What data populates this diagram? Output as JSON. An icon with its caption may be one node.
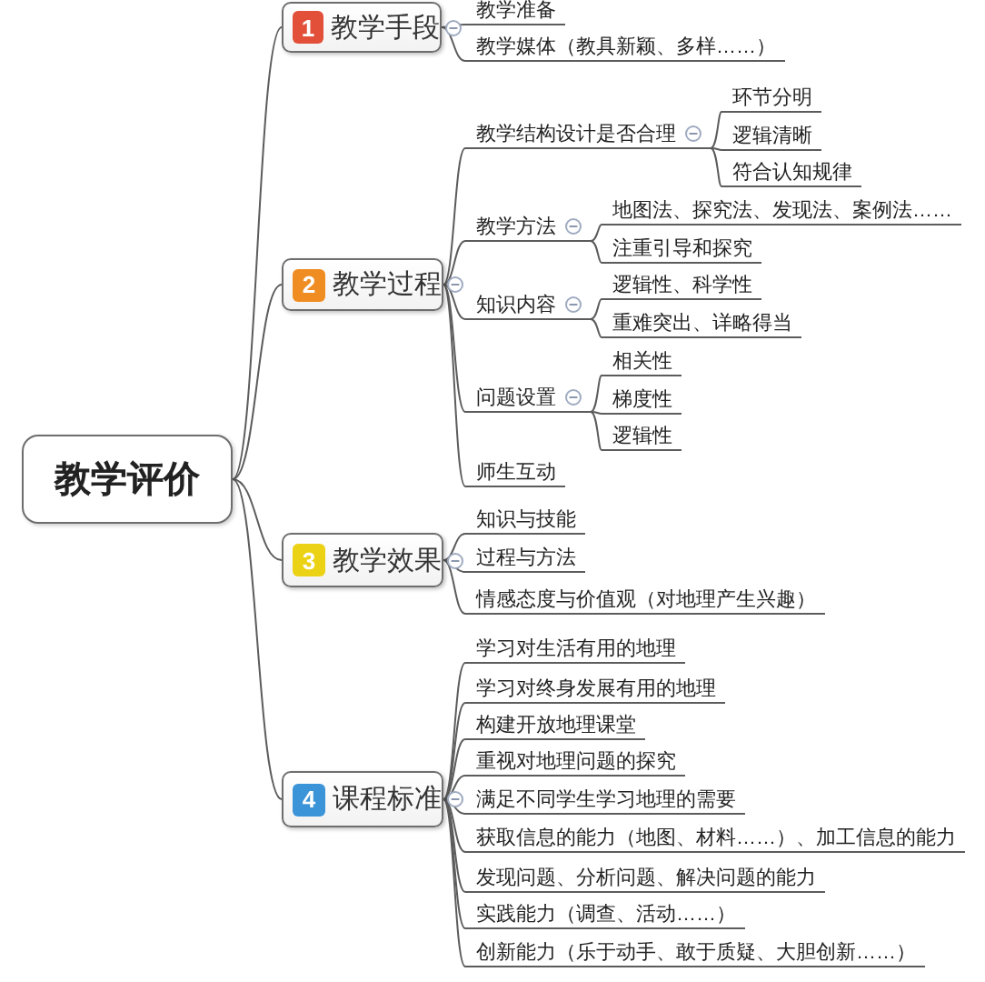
{
  "diagram": {
    "nodes": [
      {
        "text": [
          "教学评价"
        ]
      },
      {
        "text": [
          "1",
          "教学手段"
        ]
      },
      {
        "text": [
          "教学准备"
        ]
      },
      {
        "text": [
          "教学媒体（教具新颖、多样……）"
        ]
      },
      {
        "text": [
          "2",
          "教学过程"
        ]
      },
      {
        "text": [
          "教学结构设计是否合理"
        ]
      },
      {
        "text": [
          "环节分明"
        ]
      },
      {
        "text": [
          "逻辑清晰"
        ]
      },
      {
        "text": [
          "符合认知规律"
        ]
      },
      {
        "text": [
          "教学方法"
        ]
      },
      {
        "text": [
          "地图法、探究法、发现法、案例法……"
        ]
      },
      {
        "text": [
          "注重引导和探究"
        ]
      },
      {
        "text": [
          "知识内容"
        ]
      },
      {
        "text": [
          "逻辑性、科学性"
        ]
      },
      {
        "text": [
          "重难突出、详略得当"
        ]
      },
      {
        "text": [
          "问题设置"
        ]
      },
      {
        "text": [
          "相关性"
        ]
      },
      {
        "text": [
          "梯度性"
        ]
      },
      {
        "text": [
          "逻辑性"
        ]
      },
      {
        "text": [
          "师生互动"
        ]
      },
      {
        "text": [
          "3",
          "教学效果"
        ]
      },
      {
        "text": [
          "知识与技能"
        ]
      },
      {
        "text": [
          "过程与方法"
        ]
      },
      {
        "text": [
          "情感态度与价值观（对地理产生兴趣）"
        ]
      },
      {
        "text": [
          "4",
          "课程标准"
        ]
      },
      {
        "text": [
          "学习对生活有用的地理"
        ]
      },
      {
        "text": [
          "学习对终身发展有用的地理"
        ]
      },
      {
        "text": [
          "构建开放地理课堂"
        ]
      },
      {
        "text": [
          "重视对地理问题的探究"
        ]
      },
      {
        "text": [
          "满足不同学生学习地理的需要"
        ]
      },
      {
        "text": [
          "获取信息的能力（地图、材料……）、加工信息的能力"
        ]
      },
      {
        "text": [
          "发现问题、分析问题、解决问题的能力"
        ]
      },
      {
        "text": [
          "实践能力（调查、活动……）"
        ]
      },
      {
        "text": [
          "创新能力（乐于动手、敢于质疑、大胆创新……）"
        ]
      }
    ],
    "edges": [
      {
        "from": 0,
        "to": 1,
        "arrow": "none"
      },
      {
        "from": 0,
        "to": 4,
        "arrow": "none"
      },
      {
        "from": 0,
        "to": 20,
        "arrow": "none"
      },
      {
        "from": 0,
        "to": 24,
        "arrow": "none"
      },
      {
        "from": 1,
        "to": 2,
        "arrow": "none"
      },
      {
        "from": 1,
        "to": 3,
        "arrow": "none"
      },
      {
        "from": 4,
        "to": 5,
        "arrow": "none"
      },
      {
        "from": 4,
        "to": 9,
        "arrow": "none"
      },
      {
        "from": 4,
        "to": 12,
        "arrow": "none"
      },
      {
        "from": 4,
        "to": 15,
        "arrow": "none"
      },
      {
        "from": 4,
        "to": 19,
        "arrow": "none"
      },
      {
        "from": 5,
        "to": 6,
        "arrow": "none"
      },
      {
        "from": 5,
        "to": 7,
        "arrow": "none"
      },
      {
        "from": 5,
        "to": 8,
        "arrow": "none"
      },
      {
        "from": 9,
        "to": 10,
        "arrow": "none"
      },
      {
        "from": 9,
        "to": 11,
        "arrow": "none"
      },
      {
        "from": 12,
        "to": 13,
        "arrow": "none"
      },
      {
        "from": 12,
        "to": 14,
        "arrow": "none"
      },
      {
        "from": 15,
        "to": 16,
        "arrow": "none"
      },
      {
        "from": 15,
        "to": 17,
        "arrow": "none"
      },
      {
        "from": 15,
        "to": 18,
        "arrow": "none"
      },
      {
        "from": 20,
        "to": 21,
        "arrow": "none"
      },
      {
        "from": 20,
        "to": 22,
        "arrow": "none"
      },
      {
        "from": 20,
        "to": 23,
        "arrow": "none"
      },
      {
        "from": 24,
        "to": 25,
        "arrow": "none"
      },
      {
        "from": 24,
        "to": 26,
        "arrow": "none"
      },
      {
        "from": 24,
        "to": 27,
        "arrow": "none"
      },
      {
        "from": 24,
        "to": 28,
        "arrow": "none"
      },
      {
        "from": 24,
        "to": 29,
        "arrow": "none"
      },
      {
        "from": 24,
        "to": 30,
        "arrow": "none"
      },
      {
        "from": 24,
        "to": 31,
        "arrow": "none"
      },
      {
        "from": 24,
        "to": 32,
        "arrow": "none"
      },
      {
        "from": 24,
        "to": 33,
        "arrow": "none"
      }
    ]
  }
}
